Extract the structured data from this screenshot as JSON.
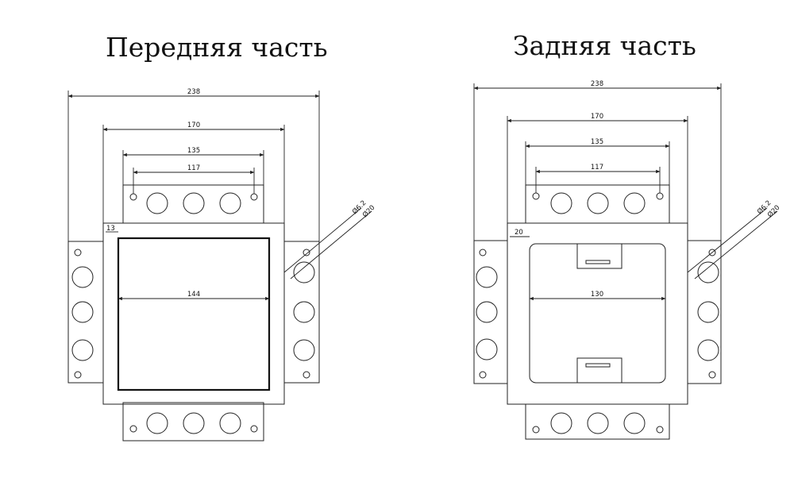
{
  "front": {
    "title": "Передняя часть",
    "dimensions": {
      "overall": "238",
      "plate": "170",
      "hole_row": "135",
      "hole_spacing": "117",
      "opening": "144",
      "edge_offset": "13"
    }
  },
  "back": {
    "title": "Задняя часть",
    "dimensions": {
      "overall": "238",
      "plate": "170",
      "hole_row": "135",
      "hole_spacing": "117",
      "opening": "130",
      "edge_offset": "20"
    }
  },
  "hole_callouts": {
    "small_diameter": "Ø6.2",
    "large_diameter": "Ø20"
  },
  "colors": {
    "line": "#222222",
    "background": "#ffffff"
  }
}
